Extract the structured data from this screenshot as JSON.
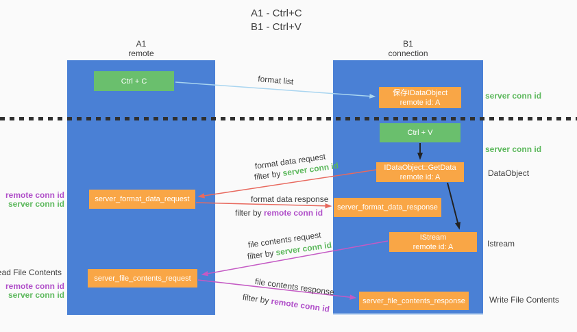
{
  "title": {
    "line1": "A1 - Ctrl+C",
    "line2": "B1 - Ctrl+V"
  },
  "columns": {
    "left": {
      "name": "A1",
      "subtitle": "remote"
    },
    "right": {
      "name": "B1",
      "subtitle": "connection"
    }
  },
  "boxes": {
    "ctrl_c": {
      "label": "Ctrl + C"
    },
    "ctrl_v": {
      "label": "Ctrl + V"
    },
    "save_idataobject": {
      "line1": "保存IDataObject",
      "line2": "remote id: A"
    },
    "getdata": {
      "line1": "IDataObject::GetData",
      "line2": "remote id: A"
    },
    "istream": {
      "line1": "IStream",
      "line2": "remote id: A"
    },
    "format_request": {
      "label": "server_format_data_request"
    },
    "format_response": {
      "label": "server_format_data_response"
    },
    "file_request": {
      "label": "server_file_contents_request"
    },
    "file_response": {
      "label": "server_file_contents_response"
    }
  },
  "arrow_labels": {
    "format_list": "format list",
    "format_data_request": "format data request",
    "format_data_response": "format data response",
    "file_contents_request": "file contents request",
    "file_contents_response": "file contents response",
    "filter_by": "filter by ",
    "server_conn_id": "server conn id",
    "remote_conn_id": "remote conn id"
  },
  "side_labels": {
    "server_conn_id": "server conn id",
    "remote_conn_id": "remote conn id",
    "dataobject": "DataObject",
    "istream": "Istream",
    "read_file_contents": "Read File Contents",
    "write_file_contents": "Write File Contents"
  },
  "colors": {
    "column_blue": "#4a80d5",
    "box_green": "#6abf6d",
    "box_orange": "#f9a646",
    "arrow_light_blue": "#a9d5f0",
    "arrow_black": "#222222",
    "arrow_red": "#e8695e",
    "arrow_magenta": "#c45ac4",
    "label_green": "#5cb85c",
    "label_purple": "#b04fc9",
    "text_dark": "#3d3d3d"
  }
}
